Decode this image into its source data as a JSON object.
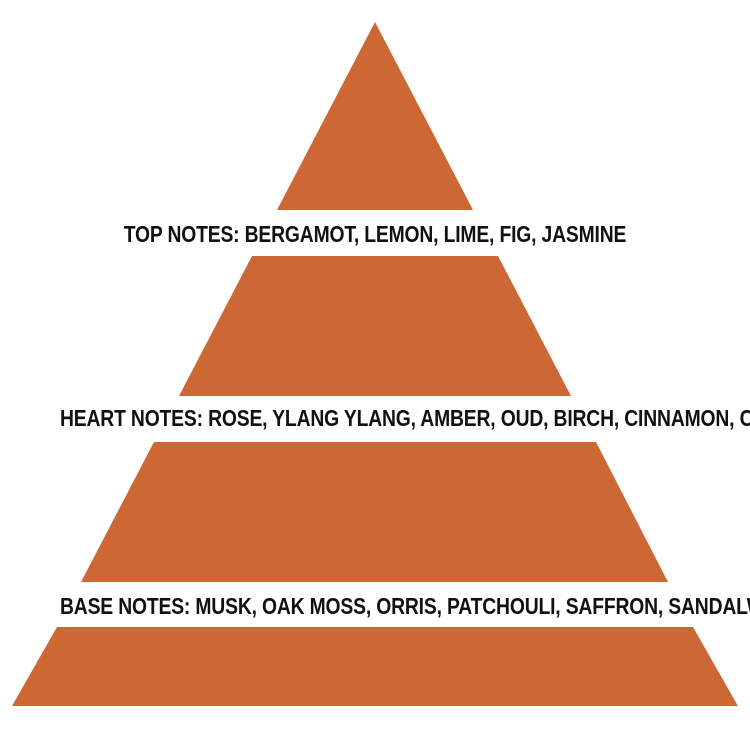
{
  "colors": {
    "tier_fill": "#CD6733",
    "text": "#111111",
    "background": "#FFFFFF"
  },
  "tiers": [
    {
      "label": "TOP NOTES: BERGAMOT, LEMON, LIME, FIG, JASMINE"
    },
    {
      "label": "HEART NOTES: ROSE, YLANG YLANG, AMBER, OUD, BIRCH, CINNAMON, CIVET"
    },
    {
      "label": "BASE NOTES: MUSK, OAK MOSS, ORRIS, PATCHOULI, SAFFRON, SANDALWOOD"
    }
  ]
}
